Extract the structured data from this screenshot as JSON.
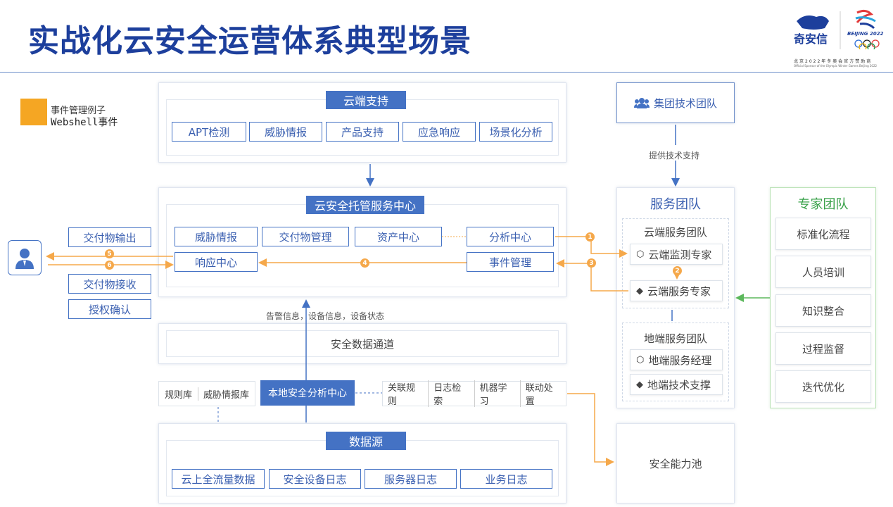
{
  "title": "实战化云安全运营体系典型场景",
  "logo": {
    "brand": "奇安信",
    "games": "BEIJING 2022",
    "sponsor_cn": "北京2022年冬奥会官方赞助商",
    "sponsor_en": "Official Sponsor of the Olympic Winter Games Beijing 2022"
  },
  "legend": {
    "line1": "事件管理例子",
    "line2": "Webshell事件",
    "color": "#f5a623"
  },
  "cloud_support": {
    "header": "云端支持",
    "items": [
      "APT检测",
      "威胁情报",
      "产品支持",
      "应急响应",
      "场景化分析"
    ]
  },
  "center": {
    "header": "云安全托管服务中心",
    "row1": [
      "威胁情报",
      "交付物管理",
      "资产中心",
      "分析中心"
    ],
    "response": "响应中心",
    "event": "事件管理"
  },
  "left": {
    "output": "交付物输出",
    "receive": "交付物接收",
    "confirm": "授权确认"
  },
  "badges": {
    "b1": "1",
    "b2": "2",
    "b3": "3",
    "b4": "4",
    "b5": "5",
    "b6": "6"
  },
  "alert_label": "告警信息，设备信息，设备状态",
  "channel": "安全数据通道",
  "local": {
    "center": "本地安全分析中心",
    "left": [
      "规则库",
      "威胁情报库"
    ],
    "right": [
      "关联规则",
      "日志检索",
      "机器学习",
      "联动处置"
    ]
  },
  "datasource": {
    "header": "数据源",
    "items": [
      "云上全流量数据",
      "安全设备日志",
      "服务器日志",
      "业务日志"
    ]
  },
  "group_team": "集团技术团队",
  "tech_support": "提供技术支持",
  "service_team": {
    "title": "服务团队",
    "cloud_title": "云端服务团队",
    "cloud_members": [
      "云端监测专家",
      "云端服务专家"
    ],
    "local_title": "地端服务团队",
    "local_members": [
      "地端服务经理",
      "地端技术支撑"
    ]
  },
  "expert_team": {
    "title": "专家团队",
    "items": [
      "标准化流程",
      "人员培训",
      "知识整合",
      "过程监督",
      "迭代优化"
    ]
  },
  "capability_pool": "安全能力池"
}
